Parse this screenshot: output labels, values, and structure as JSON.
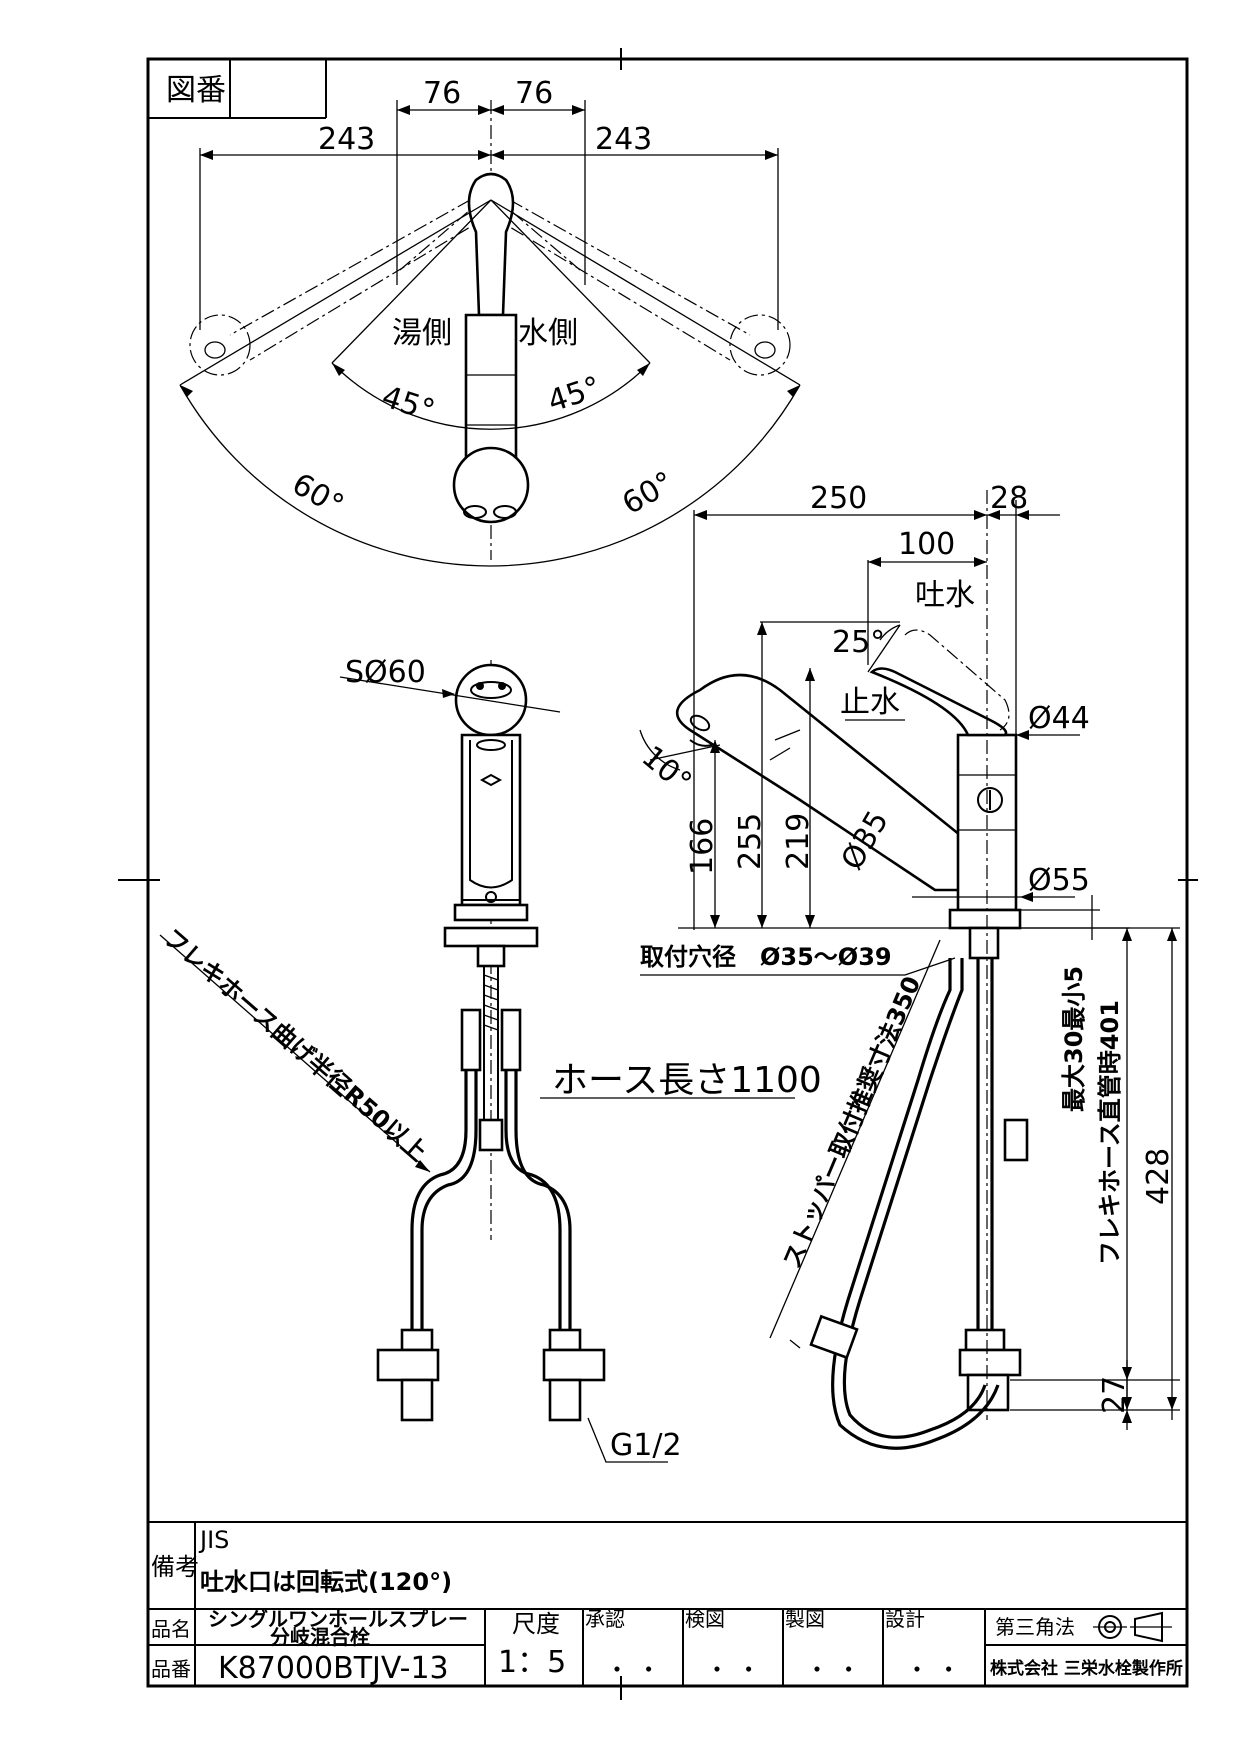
{
  "title_block": {
    "drawing_no_label": "図番",
    "drawing_no_value": "",
    "remarks_label": "備考",
    "remarks_line1": "JIS",
    "remarks_line2": "吐水口は回転式(120°)",
    "product_name_label": "品名",
    "product_name_line1": "シングルワンホールスプレー",
    "product_name_line2": "分岐混合栓",
    "product_no_label": "品番",
    "product_no_value": "K87000BTJV-13",
    "scale_label": "尺度",
    "scale_value": "1：5",
    "approval_label": "承認",
    "check_label": "検図",
    "drafting_label": "製図",
    "design_label": "設計",
    "projection_label": "第三角法",
    "company": "株式会社 三栄水栓製作所",
    "dots": "・ ・"
  },
  "top_view": {
    "dim_76_left": "76",
    "dim_76_right": "76",
    "dim_243_left": "243",
    "dim_243_right": "243",
    "hot_side": "湯側",
    "cold_side": "水側",
    "angle_45_left": "45°",
    "angle_45_right": "45°",
    "angle_60_left": "60°",
    "angle_60_right": "60°"
  },
  "front_view": {
    "sphere_dia": "SØ60",
    "hose_bend_note": "フレキホース曲げ半径R50以上",
    "hose_length": "ホース長さ1100",
    "thread": "G1/2"
  },
  "side_view": {
    "dim_250": "250",
    "dim_28": "28",
    "dim_100": "100",
    "spout_label": "吐水",
    "angle_25": "25°",
    "stop_label": "止水",
    "angle_10": "10°",
    "dia_44": "Ø44",
    "dim_166": "166",
    "dim_255": "255",
    "dim_219": "219",
    "dia_35": "Ø35",
    "dia_55": "Ø55",
    "mount_hole": "取付穴径　Ø35～Ø39",
    "stopper_note": "ストッパー取付推奨寸法350",
    "max_thickness": "最大30最小5",
    "flex_hose_straight": "フレキホース直管時401",
    "dim_428": "428",
    "dim_27": "27"
  }
}
